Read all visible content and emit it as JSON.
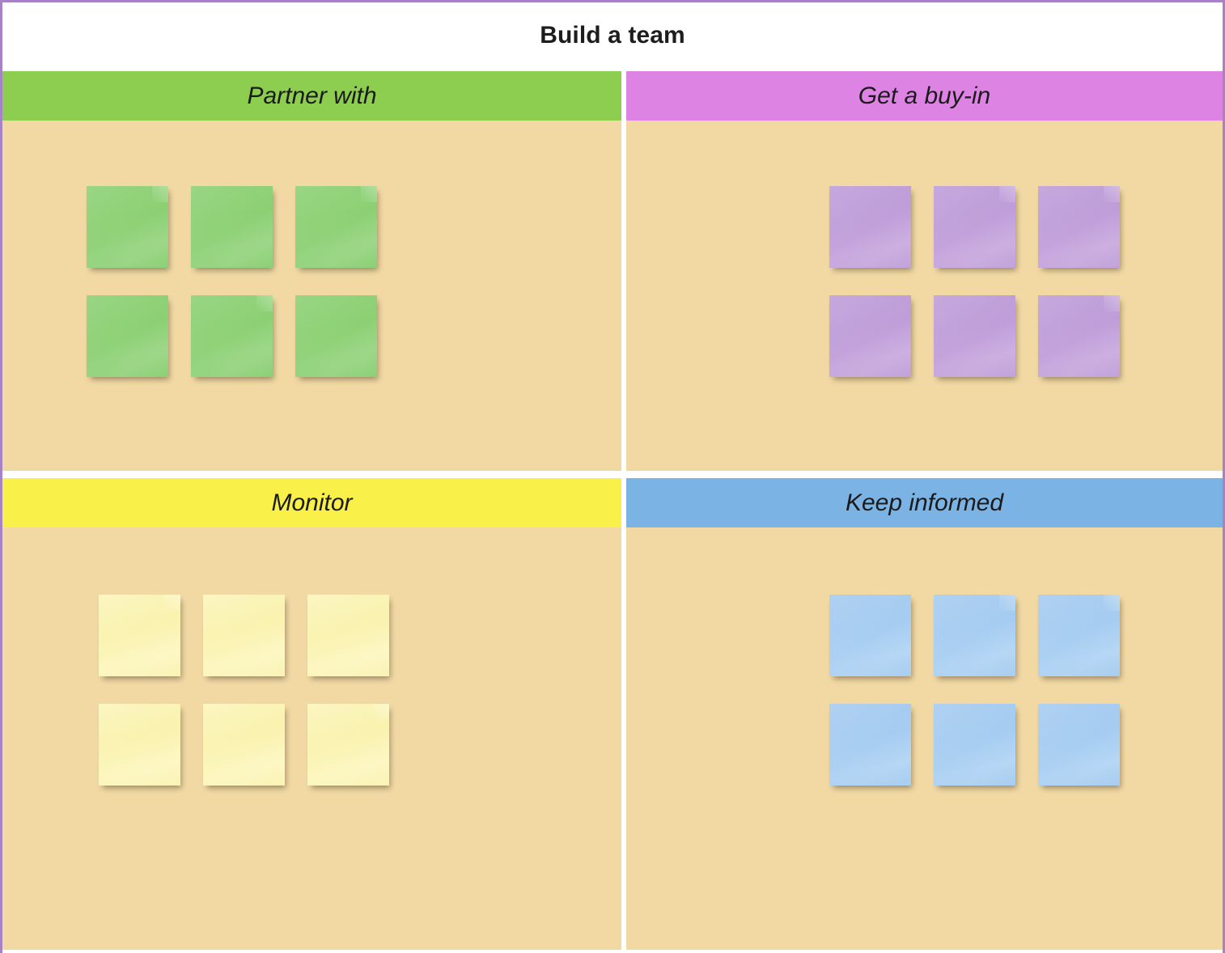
{
  "board": {
    "title": "Build a team",
    "background_color": "#F2D9A4",
    "border_color": "#A882C8",
    "title_background": "#FFFFFF",
    "title_color": "#1D1D1D"
  },
  "quadrants": [
    {
      "id": "partner-with",
      "label": "Partner with",
      "header_color": "#8DCD50",
      "note_color": "#8BD072",
      "note_count": 6,
      "note_rows": 2,
      "note_cols": 3,
      "notes": [
        "",
        "",
        "",
        "",
        "",
        ""
      ]
    },
    {
      "id": "get-a-buy-in",
      "label": "Get a buy-in",
      "header_color": "#DD83E3",
      "note_color": "#BF9DD9",
      "note_count": 6,
      "note_rows": 2,
      "note_cols": 3,
      "notes": [
        "",
        "",
        "",
        "",
        "",
        ""
      ]
    },
    {
      "id": "monitor",
      "label": "Monitor",
      "header_color": "#FAF04A",
      "note_color": "#FAF2AE",
      "note_count": 6,
      "note_rows": 2,
      "note_cols": 3,
      "notes": [
        "",
        "",
        "",
        "",
        "",
        ""
      ]
    },
    {
      "id": "keep-informed",
      "label": "Keep informed",
      "header_color": "#7CB3E5",
      "note_color": "#A5CCF1",
      "note_count": 6,
      "note_rows": 2,
      "note_cols": 3,
      "notes": [
        "",
        "",
        "",
        "",
        "",
        ""
      ]
    }
  ]
}
